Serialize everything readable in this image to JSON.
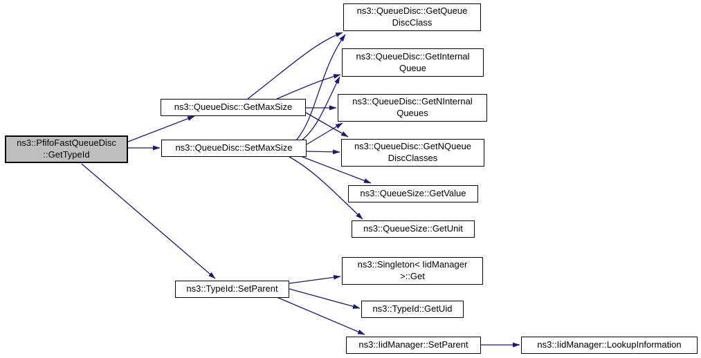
{
  "diagram": {
    "type": "call-graph",
    "style": "doxygen",
    "edge_color": "#191970",
    "node_fill": "#ffffff",
    "node_border_color": "#000000",
    "highlighted_node_fill": "#bfbfbf",
    "nodes": {
      "pfifo_fast_get_type_id": {
        "line1": "ns3::PfifoFastQueueDisc",
        "line2": "::GetTypeId",
        "highlighted": true
      },
      "get_max_size": {
        "line1": "ns3::QueueDisc::GetMaxSize"
      },
      "set_max_size": {
        "line1": "ns3::QueueDisc::SetMaxSize"
      },
      "get_queue_disc_class": {
        "line1": "ns3::QueueDisc::GetQueue",
        "line2": "DiscClass"
      },
      "get_internal_queue": {
        "line1": "ns3::QueueDisc::GetInternal",
        "line2": "Queue"
      },
      "get_n_internal_queues": {
        "line1": "ns3::QueueDisc::GetNInternal",
        "line2": "Queues"
      },
      "get_n_queue_disc_classes": {
        "line1": "ns3::QueueDisc::GetNQueue",
        "line2": "DiscClasses"
      },
      "queue_size_get_value": {
        "line1": "ns3::QueueSize::GetValue"
      },
      "queue_size_get_unit": {
        "line1": "ns3::QueueSize::GetUnit"
      },
      "type_id_set_parent": {
        "line1": "ns3::TypeId::SetParent"
      },
      "singleton_iid_manager_get": {
        "line1": "ns3::Singleton< IidManager",
        "line2": ">::Get"
      },
      "type_id_get_uid": {
        "line1": "ns3::TypeId::GetUid"
      },
      "iid_manager_set_parent": {
        "line1": "ns3::IidManager::SetParent"
      },
      "iid_manager_lookup_information": {
        "line1": "ns3::IidManager::LookupInformation"
      }
    },
    "edges": [
      {
        "from": "pfifo_fast_get_type_id",
        "to": "get_max_size"
      },
      {
        "from": "pfifo_fast_get_type_id",
        "to": "set_max_size"
      },
      {
        "from": "pfifo_fast_get_type_id",
        "to": "type_id_set_parent"
      },
      {
        "from": "get_max_size",
        "to": "get_queue_disc_class"
      },
      {
        "from": "get_max_size",
        "to": "get_internal_queue"
      },
      {
        "from": "get_max_size",
        "to": "get_n_internal_queues"
      },
      {
        "from": "get_max_size",
        "to": "get_n_queue_disc_classes"
      },
      {
        "from": "set_max_size",
        "to": "get_queue_disc_class"
      },
      {
        "from": "set_max_size",
        "to": "get_internal_queue"
      },
      {
        "from": "set_max_size",
        "to": "get_n_internal_queues"
      },
      {
        "from": "set_max_size",
        "to": "get_n_queue_disc_classes"
      },
      {
        "from": "set_max_size",
        "to": "queue_size_get_value"
      },
      {
        "from": "set_max_size",
        "to": "queue_size_get_unit"
      },
      {
        "from": "type_id_set_parent",
        "to": "singleton_iid_manager_get"
      },
      {
        "from": "type_id_set_parent",
        "to": "type_id_get_uid"
      },
      {
        "from": "type_id_set_parent",
        "to": "iid_manager_set_parent"
      },
      {
        "from": "iid_manager_set_parent",
        "to": "iid_manager_lookup_information"
      }
    ]
  }
}
